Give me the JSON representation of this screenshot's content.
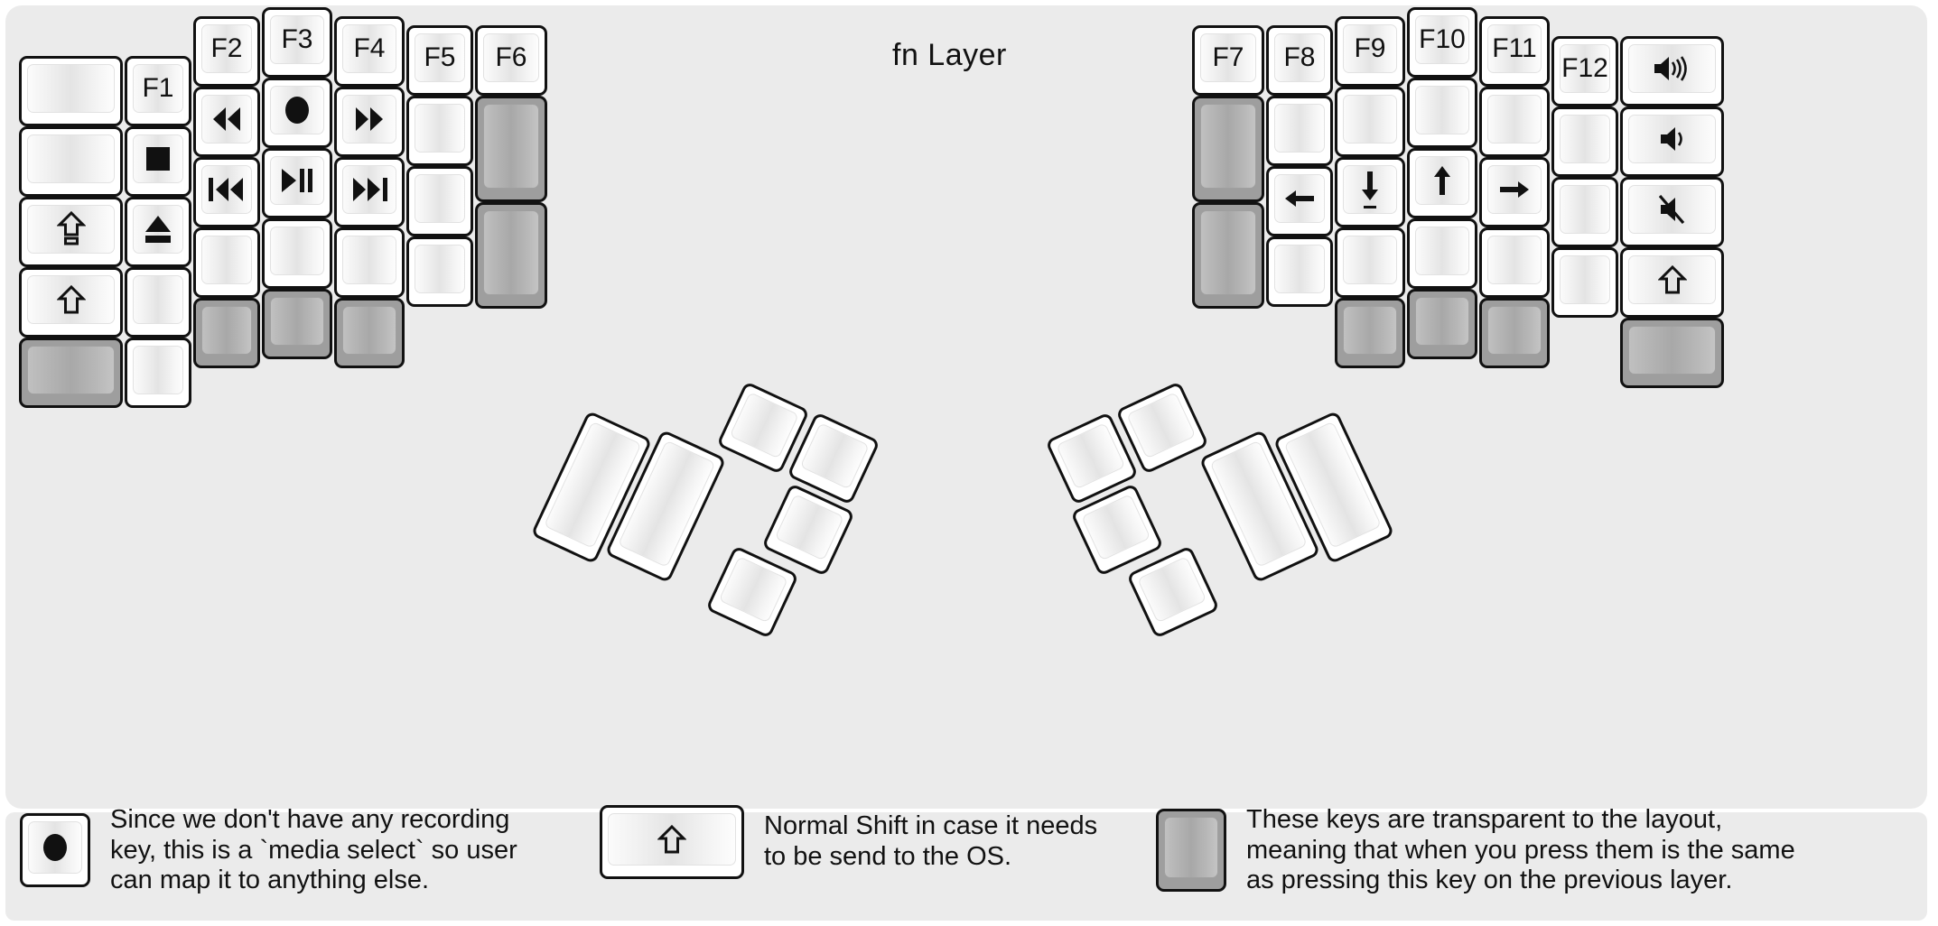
{
  "title": "fn Layer",
  "colors": {
    "background": "#ebebeb",
    "key_face": "#ffffff",
    "key_outline": "#111111",
    "transparent_key": "#9e9e9e"
  },
  "legend": [
    {
      "icon": "record-dot-icon",
      "key_variant": "normal",
      "text": "Since we don't have any recording\nkey, this is a `media select` so user\ncan map it to anything else."
    },
    {
      "icon": "shift-arrow-icon",
      "key_variant": "normal",
      "text": "Normal Shift in case it needs\nto be send to the OS."
    },
    {
      "icon": "none",
      "key_variant": "transparent",
      "text": "These keys are transparent to the layout,\nmeaning that when you press them is the same\nas pressing this key on the previous layer."
    }
  ],
  "left_half": {
    "columns": [
      {
        "name": "col-outer-left",
        "keys": [
          {
            "label": "",
            "icon": "none",
            "variant": "normal"
          },
          {
            "label": "",
            "icon": "none",
            "variant": "normal"
          },
          {
            "label": "",
            "icon": "caps-lock-icon",
            "variant": "normal"
          },
          {
            "label": "",
            "icon": "shift-arrow-icon",
            "variant": "normal"
          },
          {
            "label": "",
            "icon": "none",
            "variant": "transparent"
          }
        ]
      },
      {
        "name": "col-f1",
        "keys": [
          {
            "label": "F1",
            "icon": "none",
            "variant": "normal"
          },
          {
            "label": "",
            "icon": "media-stop-icon",
            "variant": "normal"
          },
          {
            "label": "",
            "icon": "media-eject-icon",
            "variant": "normal"
          },
          {
            "label": "",
            "icon": "none",
            "variant": "normal"
          },
          {
            "label": "",
            "icon": "none",
            "variant": "normal"
          }
        ]
      },
      {
        "name": "col-f2",
        "keys": [
          {
            "label": "F2",
            "icon": "none",
            "variant": "normal"
          },
          {
            "label": "",
            "icon": "media-rewind-icon",
            "variant": "normal"
          },
          {
            "label": "",
            "icon": "media-prev-track-icon",
            "variant": "normal"
          },
          {
            "label": "",
            "icon": "none",
            "variant": "normal"
          },
          {
            "label": "",
            "icon": "none",
            "variant": "transparent"
          }
        ]
      },
      {
        "name": "col-f3",
        "keys": [
          {
            "label": "F3",
            "icon": "none",
            "variant": "normal"
          },
          {
            "label": "",
            "icon": "media-record-icon",
            "variant": "normal"
          },
          {
            "label": "",
            "icon": "media-play-pause-icon",
            "variant": "normal"
          },
          {
            "label": "",
            "icon": "none",
            "variant": "normal"
          },
          {
            "label": "",
            "icon": "none",
            "variant": "transparent"
          }
        ]
      },
      {
        "name": "col-f4",
        "keys": [
          {
            "label": "F4",
            "icon": "none",
            "variant": "normal"
          },
          {
            "label": "",
            "icon": "media-fast-forward-icon",
            "variant": "normal"
          },
          {
            "label": "",
            "icon": "media-next-track-icon",
            "variant": "normal"
          },
          {
            "label": "",
            "icon": "none",
            "variant": "normal"
          },
          {
            "label": "",
            "icon": "none",
            "variant": "transparent"
          }
        ]
      },
      {
        "name": "col-f5",
        "keys": [
          {
            "label": "F5",
            "icon": "none",
            "variant": "normal"
          },
          {
            "label": "",
            "icon": "none",
            "variant": "normal"
          },
          {
            "label": "",
            "icon": "none",
            "variant": "normal"
          },
          {
            "label": "",
            "icon": "none",
            "variant": "normal"
          }
        ]
      },
      {
        "name": "col-f6",
        "keys": [
          {
            "label": "F6",
            "icon": "none",
            "variant": "normal"
          },
          {
            "label": "",
            "icon": "none",
            "variant": "transparent"
          },
          {
            "label": "",
            "icon": "none",
            "variant": "transparent"
          }
        ]
      }
    ],
    "thumb_cluster_keys": 6
  },
  "right_half": {
    "columns": [
      {
        "name": "col-f7",
        "keys": [
          {
            "label": "F7",
            "icon": "none",
            "variant": "normal"
          },
          {
            "label": "",
            "icon": "none",
            "variant": "transparent"
          },
          {
            "label": "",
            "icon": "none",
            "variant": "transparent"
          }
        ]
      },
      {
        "name": "col-f8",
        "keys": [
          {
            "label": "F8",
            "icon": "none",
            "variant": "normal"
          },
          {
            "label": "",
            "icon": "none",
            "variant": "normal"
          },
          {
            "label": "",
            "icon": "arrow-left-icon",
            "variant": "normal"
          },
          {
            "label": "",
            "icon": "none",
            "variant": "normal"
          }
        ]
      },
      {
        "name": "col-f9",
        "keys": [
          {
            "label": "F9",
            "icon": "none",
            "variant": "normal"
          },
          {
            "label": "",
            "icon": "none",
            "variant": "normal"
          },
          {
            "label": "",
            "icon": "arrow-down-icon",
            "variant": "normal"
          },
          {
            "label": "",
            "icon": "none",
            "variant": "normal"
          },
          {
            "label": "",
            "icon": "none",
            "variant": "transparent"
          }
        ]
      },
      {
        "name": "col-f10",
        "keys": [
          {
            "label": "F10",
            "icon": "none",
            "variant": "normal"
          },
          {
            "label": "",
            "icon": "none",
            "variant": "normal"
          },
          {
            "label": "",
            "icon": "arrow-up-icon",
            "variant": "normal"
          },
          {
            "label": "",
            "icon": "none",
            "variant": "normal"
          },
          {
            "label": "",
            "icon": "none",
            "variant": "transparent"
          }
        ]
      },
      {
        "name": "col-f11",
        "keys": [
          {
            "label": "F11",
            "icon": "none",
            "variant": "normal"
          },
          {
            "label": "",
            "icon": "none",
            "variant": "normal"
          },
          {
            "label": "",
            "icon": "arrow-right-icon",
            "variant": "normal"
          },
          {
            "label": "",
            "icon": "none",
            "variant": "normal"
          },
          {
            "label": "",
            "icon": "none",
            "variant": "transparent"
          }
        ]
      },
      {
        "name": "col-f12",
        "keys": [
          {
            "label": "F12",
            "icon": "none",
            "variant": "normal"
          },
          {
            "label": "",
            "icon": "none",
            "variant": "normal"
          },
          {
            "label": "",
            "icon": "none",
            "variant": "normal"
          },
          {
            "label": "",
            "icon": "none",
            "variant": "normal"
          }
        ]
      },
      {
        "name": "col-outer-right",
        "keys": [
          {
            "label": "",
            "icon": "volume-up-icon",
            "variant": "normal"
          },
          {
            "label": "",
            "icon": "volume-down-icon",
            "variant": "normal"
          },
          {
            "label": "",
            "icon": "volume-mute-icon",
            "variant": "normal"
          },
          {
            "label": "",
            "icon": "shift-arrow-icon",
            "variant": "normal"
          },
          {
            "label": "",
            "icon": "none",
            "variant": "transparent"
          }
        ]
      }
    ],
    "thumb_cluster_keys": 6
  }
}
